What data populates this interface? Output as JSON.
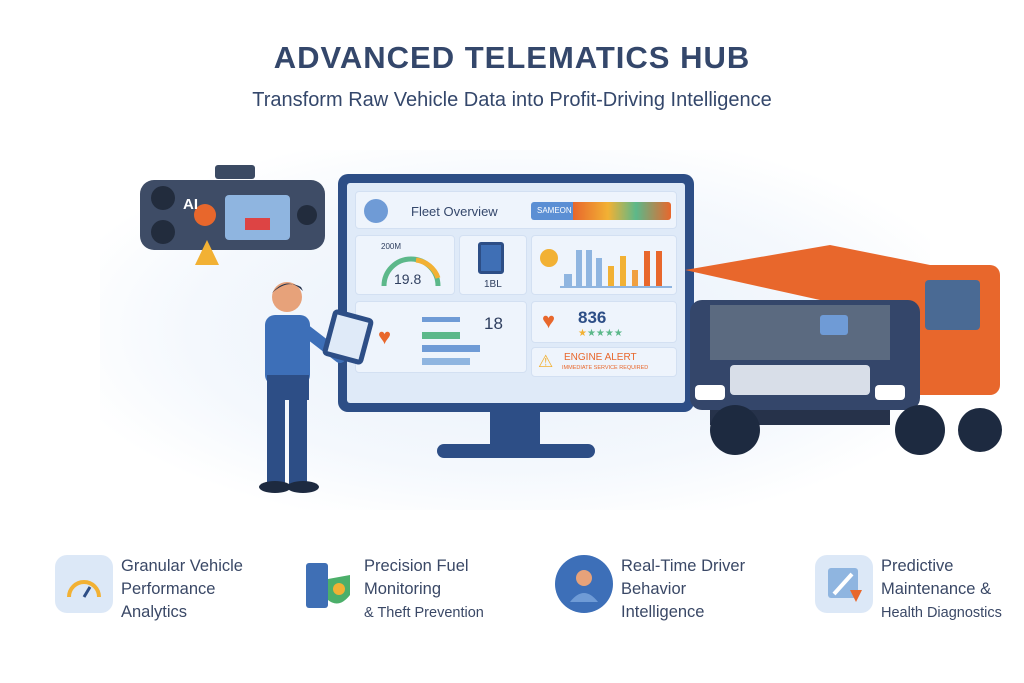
{
  "header": {
    "title": "ADVANCED TELEMATICS HUB",
    "subtitle": "Transform Raw Vehicle Data into Profit-Driving Intelligence"
  },
  "dashcam": {
    "label": "AI"
  },
  "dashboard": {
    "title": "Fleet Overview",
    "search_label": "SAMEON",
    "gauge_label": "200M",
    "gauge_value": "19.8",
    "fuel_label": "1BL",
    "driver_value": "18",
    "score_value": "836",
    "rating_stars": 5,
    "alert_title": "ENGINE ALERT",
    "alert_sub": "IMMEDIATE SERVICE REQUIRED"
  },
  "features": [
    {
      "line1": "Granular Vehicle",
      "line2": "Performance",
      "line3": "Analytics"
    },
    {
      "line1": "Precision Fuel",
      "line2": "Monitoring",
      "line3": "& Theft Prevention"
    },
    {
      "line1": "Real-Time Driver",
      "line2": "Behavior",
      "line3": "Intelligence"
    },
    {
      "line1": "Predictive",
      "line2": "Maintenance &",
      "line3": "Health Diagnostics"
    }
  ],
  "colors": {
    "navy": "#2d4e86",
    "orange": "#e8672c",
    "green": "#5cb88a",
    "yellow": "#f2b134",
    "text": "#34476b"
  }
}
